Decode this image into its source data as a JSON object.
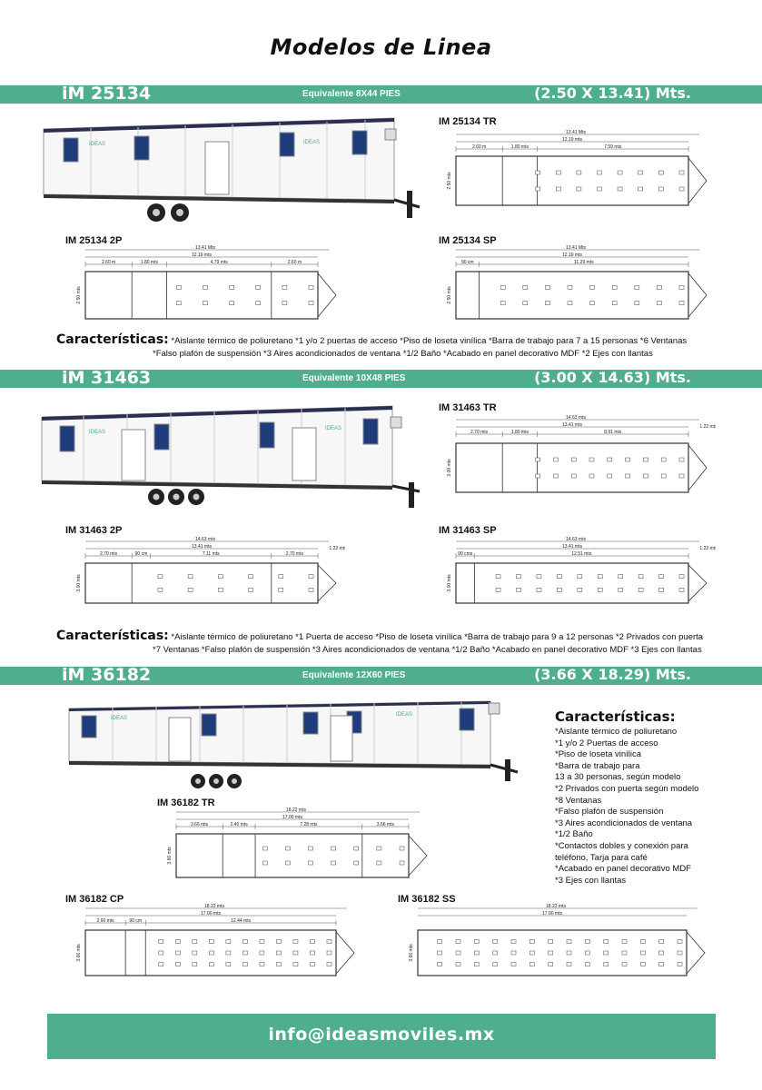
{
  "title": "Modelos de Linea",
  "footer_email": "info@ideasmoviles.mx",
  "colors": {
    "accent": "#4fae8d",
    "window": "#1f3d7a"
  },
  "logo_text": "IDEAS",
  "features_label": "Características:",
  "models": [
    {
      "name": "iM 25134",
      "equivalent": "Equivalente    8X44 PIES",
      "dims": "(2.50  X  13.41) Mts.",
      "plans": [
        {
          "label": "IM 25134 TR",
          "total": "13.41 Mts",
          "inner": "12.19 mts",
          "segs": [
            "2.60 m",
            "1.80 mts",
            "7.59 mts"
          ],
          "side": "2.50 mts"
        },
        {
          "label": "IM 25134 2P",
          "total": "13.41 Mts",
          "inner": "12.19 mts",
          "segs": [
            "2.60 m",
            "1.80 mts",
            "4.79 mts",
            "2.60 m"
          ],
          "side": "2.50 mts"
        },
        {
          "label": "IM 25134 SP",
          "total": "13.41 Mts",
          "inner": "12.19 mts",
          "segs": [
            "90 cm",
            "11.29 mts"
          ],
          "side": "2.50 mts"
        }
      ],
      "features_line1": "*Aislante térmico de poliuretano   *1 y/o 2 puertas de acceso   *Piso de loseta vinílica   *Barra de trabajo para 7 a 15 personas   *6 Ventanas",
      "features_line2": "*Falso plafón de suspensión   *3 Aires acondicionados de ventana   *1/2 Baño   *Acabado en panel decorativo MDF   *2 Ejes con llantas"
    },
    {
      "name": "iM 31463",
      "equivalent": "Equivalente    10X48 PIES",
      "dims": "(3.00  X  14.63)  Mts.",
      "plans": [
        {
          "label": "IM 31463 TR",
          "total": "14.63 mts",
          "inner": "13.41 mts",
          "segs": [
            "2.70 mts",
            "1.80 mts",
            "8.91 mts"
          ],
          "side": "3.00 mts",
          "tongue": "1.22 mts"
        },
        {
          "label": "IM 31463 2P",
          "total": "14.63 mts",
          "inner": "13.41 mts",
          "segs": [
            "2.70 mts",
            "90 cm",
            "7.11 mts",
            "2.70 mts"
          ],
          "side": "3.00 mts",
          "tongue": "1.22 mts"
        },
        {
          "label": "IM 31463 SP",
          "total": "14.63 mts",
          "inner": "13.41 mts",
          "segs": [
            "90 cms",
            "12.51 mts"
          ],
          "side": "3.00 mts",
          "tongue": "1.22 mts"
        }
      ],
      "features_line1": "*Aislante térmico de poliuretano  *1 Puerta de acceso  *Piso de loseta vinílica  *Barra de trabajo para 9 a 12 personas  *2 Privados con puerta",
      "features_line2": "*7 Ventanas  *Falso plafón de suspensión  *3 Aires acondicionados de ventana  *1/2 Baño  *Acabado en panel decorativo MDF  *3 Ejes con llantas"
    },
    {
      "name": "iM 36182",
      "equivalent": "Equivalente    12X60 PIES",
      "dims": "(3.66  X  18.29) Mts.",
      "plans": [
        {
          "label": "IM 36182 TR",
          "total": "18.22 mts",
          "inner": "17.00 mts",
          "segs": [
            "3.66 mts",
            "2.40 mts",
            "7.28 mts",
            "3.66 mts"
          ],
          "side": "3.66 mts"
        },
        {
          "label": "IM 36182 CP",
          "total": "18.22 mts",
          "inner": "17.00 mts",
          "segs": [
            "2.66 mts",
            "90 cm",
            "12.44 mts"
          ],
          "side": "3.66 mts"
        },
        {
          "label": "IM 36182 SS",
          "total": "18.22 mts",
          "inner": "17.00 mts",
          "segs": [],
          "side": "3.66 mts"
        }
      ],
      "features_list": [
        "*Aislante térmico de poliuretano",
        "*1 y/o 2 Puertas de acceso",
        "*Piso de loseta vinílica",
        "*Barra de trabajo para\n   13 a 30 personas, según modelo",
        "*2 Privados con puerta según modelo",
        "*8 Ventanas",
        "*Falso plafón de suspensión",
        "*3 Aires acondicionados de ventana",
        "*1/2 Baño",
        "*Contactos dobles y conexión para\n   teléfono, Tarja para café",
        "*Acabado en panel decorativo MDF",
        "*3 Ejes con llantas"
      ]
    }
  ]
}
